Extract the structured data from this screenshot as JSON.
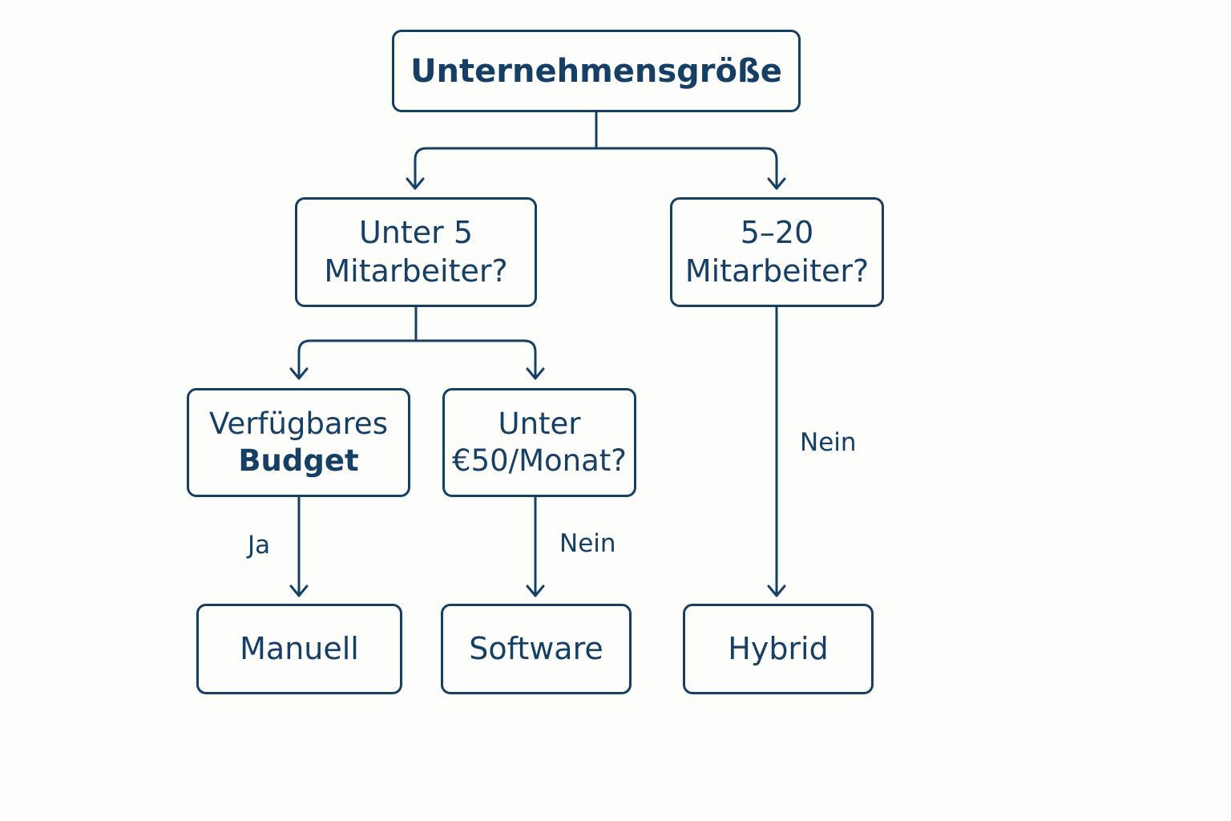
{
  "diagram": {
    "nodes": {
      "root": {
        "line1": "Unternehmensgröße"
      },
      "under5": {
        "line1": "Unter 5",
        "line2": "Mitarbeiter?"
      },
      "range5to20": {
        "line1": "5–20",
        "line2": "Mitarbeiter?"
      },
      "budget": {
        "line1": "Verfügbares",
        "line2": "Budget"
      },
      "under50": {
        "line1": "Unter",
        "line2": "€50/Monat?"
      },
      "manual": {
        "line1": "Manuell"
      },
      "software": {
        "line1": "Software"
      },
      "hybrid": {
        "line1": "Hybrid"
      }
    },
    "edge_labels": {
      "budget_to_manual": "Ja",
      "under50_to_software": "Nein",
      "range5to20_to_hybrid": "Nein"
    },
    "colors": {
      "stroke": "#163f66",
      "text": "#163f66",
      "background": "#fdfdfc"
    }
  }
}
